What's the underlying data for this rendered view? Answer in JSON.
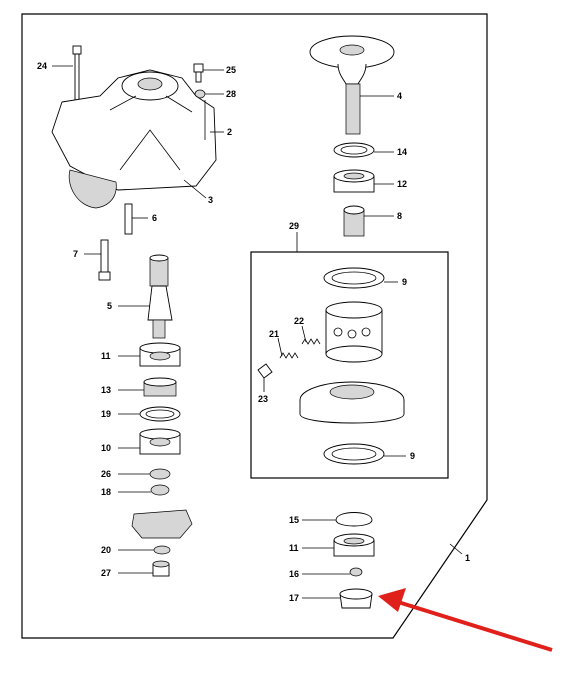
{
  "callouts": [
    {
      "id": "c24",
      "text": "24"
    },
    {
      "id": "c25",
      "text": "25"
    },
    {
      "id": "c28",
      "text": "28"
    },
    {
      "id": "c2",
      "text": "2"
    },
    {
      "id": "c3",
      "text": "3"
    },
    {
      "id": "c6",
      "text": "6"
    },
    {
      "id": "c7",
      "text": "7"
    },
    {
      "id": "c5",
      "text": "5"
    },
    {
      "id": "c11a",
      "text": "11"
    },
    {
      "id": "c13",
      "text": "13"
    },
    {
      "id": "c19",
      "text": "19"
    },
    {
      "id": "c10",
      "text": "10"
    },
    {
      "id": "c26",
      "text": "26"
    },
    {
      "id": "c18",
      "text": "18"
    },
    {
      "id": "c20",
      "text": "20"
    },
    {
      "id": "c27",
      "text": "27"
    },
    {
      "id": "c4",
      "text": "4"
    },
    {
      "id": "c14",
      "text": "14"
    },
    {
      "id": "c12",
      "text": "12"
    },
    {
      "id": "c8",
      "text": "8"
    },
    {
      "id": "c29",
      "text": "29"
    },
    {
      "id": "c9a",
      "text": "9"
    },
    {
      "id": "c21",
      "text": "21"
    },
    {
      "id": "c22",
      "text": "22"
    },
    {
      "id": "c23",
      "text": "23"
    },
    {
      "id": "c9b",
      "text": "9"
    },
    {
      "id": "c15",
      "text": "15"
    },
    {
      "id": "c11b",
      "text": "11"
    },
    {
      "id": "c16",
      "text": "16"
    },
    {
      "id": "c17",
      "text": "17"
    },
    {
      "id": "c1",
      "text": "1"
    }
  ],
  "colors": {
    "arrow": "#e0201b",
    "ink": "#000000",
    "shade": "#d6d6d6"
  }
}
